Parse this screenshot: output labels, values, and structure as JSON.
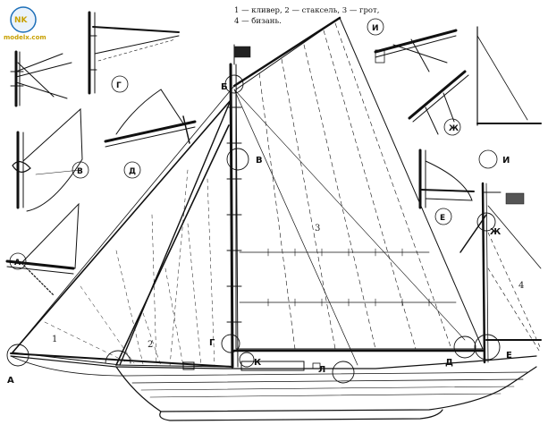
{
  "legend": {
    "line1": "1 — кливер, 2 — стаксель, 3 — грот,",
    "line2": "4 — бизань."
  },
  "sail_numbers": {
    "jib": "1",
    "staysail": "2",
    "main": "3",
    "mizzen": "4"
  },
  "detail_labels": {
    "A_hull": "А",
    "A_inset": "А",
    "B": "Б",
    "V_mast": "В",
    "V_inset": "В",
    "G_inset": "Г",
    "G_mast": "Г",
    "D_inset": "Д",
    "D_boom": "Д",
    "E_inset": "Е",
    "E_stern": "Е",
    "Zh_inset": "Ж",
    "Zh_mizzen": "Ж",
    "I_inset_top": "И",
    "I_side": "И",
    "K": "К",
    "L": "Л"
  },
  "logo": {
    "letters": "NK",
    "caption": "modelx.com"
  },
  "colors": {
    "ink": "#111111",
    "paper": "#ffffff",
    "logo": "#c8a000"
  }
}
